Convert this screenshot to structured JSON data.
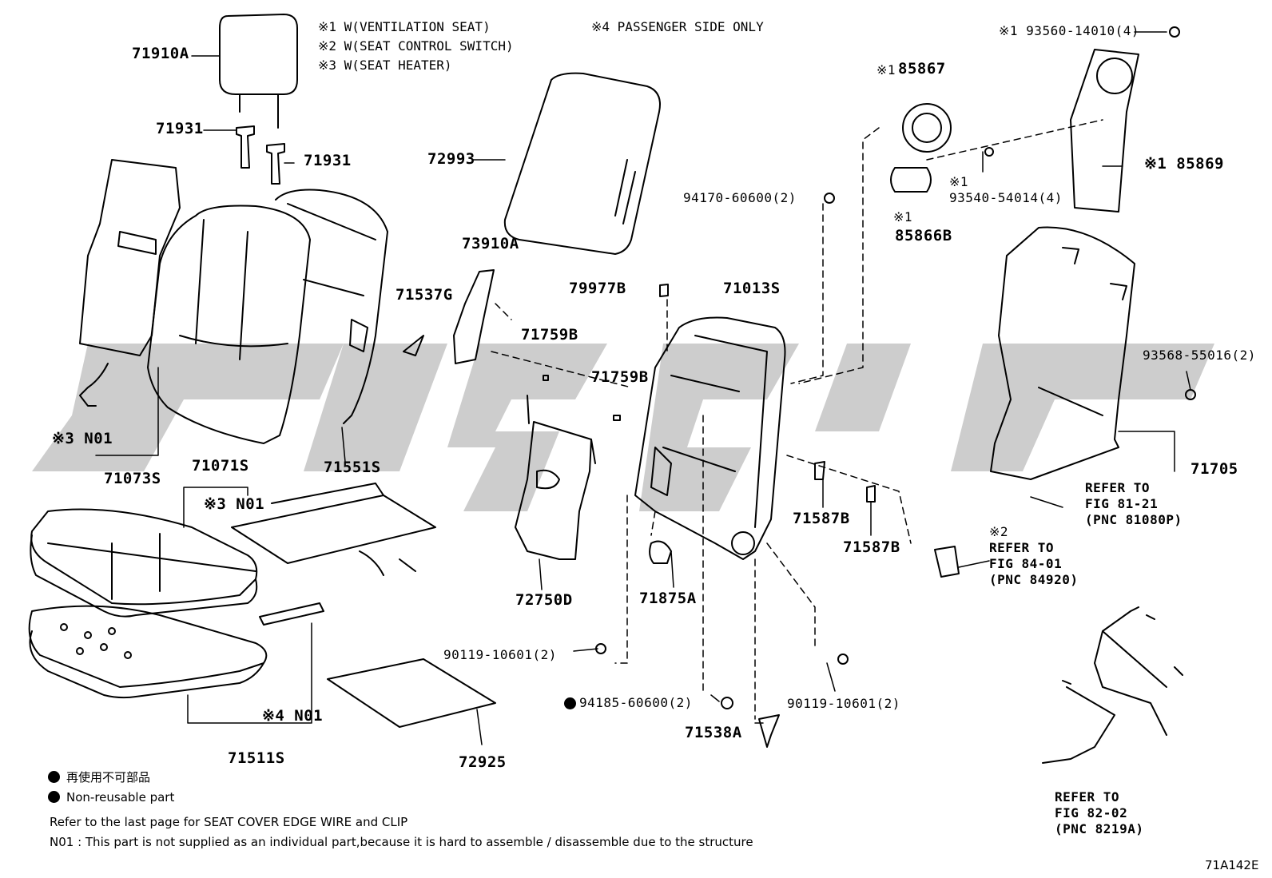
{
  "notes": {
    "n1": "※1 W(VENTILATION SEAT)",
    "n2": "※2 W(SEAT CONTROL SWITCH)",
    "n3": "※3 W(SEAT HEATER)",
    "n4": "※4 PASSENGER SIDE ONLY"
  },
  "parts": {
    "p71910A": "71910A",
    "p71931a": "71931",
    "p71931b": "71931",
    "p72993": "72993",
    "p73910A": "73910A",
    "p71537G": "71537G",
    "p71759B_a": "71759B",
    "p71759B_b": "71759B",
    "p79977B": "79977B",
    "p71013S": "71013S",
    "p94170": "94170-60600(2)",
    "p85867": "85867",
    "p85867_mark": "※1",
    "p93560": "※1 93560-14010(4)",
    "p93540_mark": "※1",
    "p93540": "93540-54014(4)",
    "p85866B_mark": "※1",
    "p85866B": "85866B",
    "p85869": "※1 85869",
    "p93568": "93568-55016(2)",
    "p71705": "71705",
    "p71073S": "71073S",
    "p71551S": "71551S",
    "p71071S": "71071S",
    "pN01_top": "※3 N01",
    "pN01_back": "※3 N01",
    "p71587B_a": "71587B",
    "p71587B_b": "71587B",
    "p72750D": "72750D",
    "p71875A": "71875A",
    "p90119_left": "90119-10601(2)",
    "p94185": "94185-60600(2)",
    "p90119_right": "90119-10601(2)",
    "p71538A": "71538A",
    "pN01_bottom": "※4 N01",
    "p71511S": "71511S",
    "p72925": "72925"
  },
  "refs": {
    "r1": [
      "REFER TO",
      "FIG 81-21",
      "(PNC 81080P)"
    ],
    "r2_mark": "※2",
    "r2": [
      "REFER TO",
      "FIG 84-01",
      "(PNC 84920)"
    ],
    "r3": [
      "REFER TO",
      "FIG 82-02",
      "(PNC 8219A)"
    ]
  },
  "legend": {
    "jp": "再使用不可部品",
    "en": "Non-reusable part"
  },
  "footer": {
    "line1": "Refer to the last page for SEAT COVER EDGE WIRE and CLIP",
    "line2": "N01 : This part is not supplied as an individual part,because it is hard to assemble / disassemble due to the structure"
  },
  "figure_code": "71A142E",
  "colors": {
    "line": "#000000",
    "watermark": "#c8c8c8"
  }
}
